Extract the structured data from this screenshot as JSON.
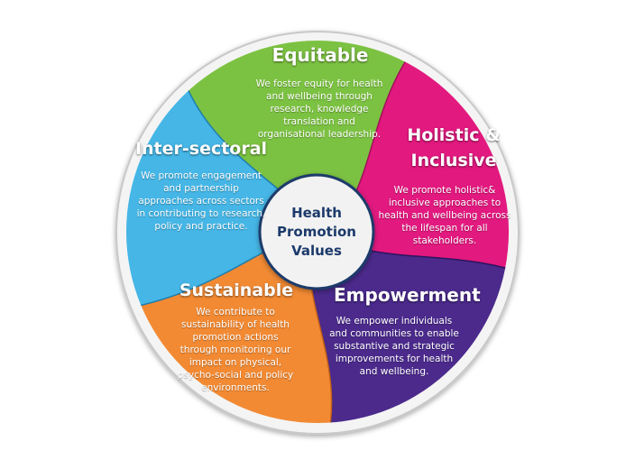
{
  "title": "Health Promotion Values",
  "center": {
    "line1": "Health",
    "line2": "Promotion",
    "line3": "Values"
  },
  "segments": {
    "equitable": {
      "title": "Equitable",
      "text": "We foster equity for health and wellbeing through research, knowledge translation and organisational leadership.",
      "color": "#7cc242"
    },
    "holistic": {
      "title1": "Holistic &",
      "title2": "Inclusive",
      "text": "We promote holistic& inclusive approaches to health and wellbeing across the lifespan for all stakeholders.",
      "color": "#e2197f"
    },
    "empowerment": {
      "title": "Empowerment",
      "text": "We empower individuals and communities to enable substantive and strategic improvements for health and wellbeing.",
      "color": "#4b2a8c"
    },
    "sustainable": {
      "title": "Sustainable",
      "text": "We contribute to sustainability of health promotion actions through monitoring our impact on physical, psycho-social and policy environments.",
      "color": "#f28a33"
    },
    "intersectoral": {
      "title": "Inter-sectoral",
      "text": "We promote engagement and partnership approaches across sectors in contributing to research, policy and practice.",
      "color": "#45b6e6"
    }
  }
}
